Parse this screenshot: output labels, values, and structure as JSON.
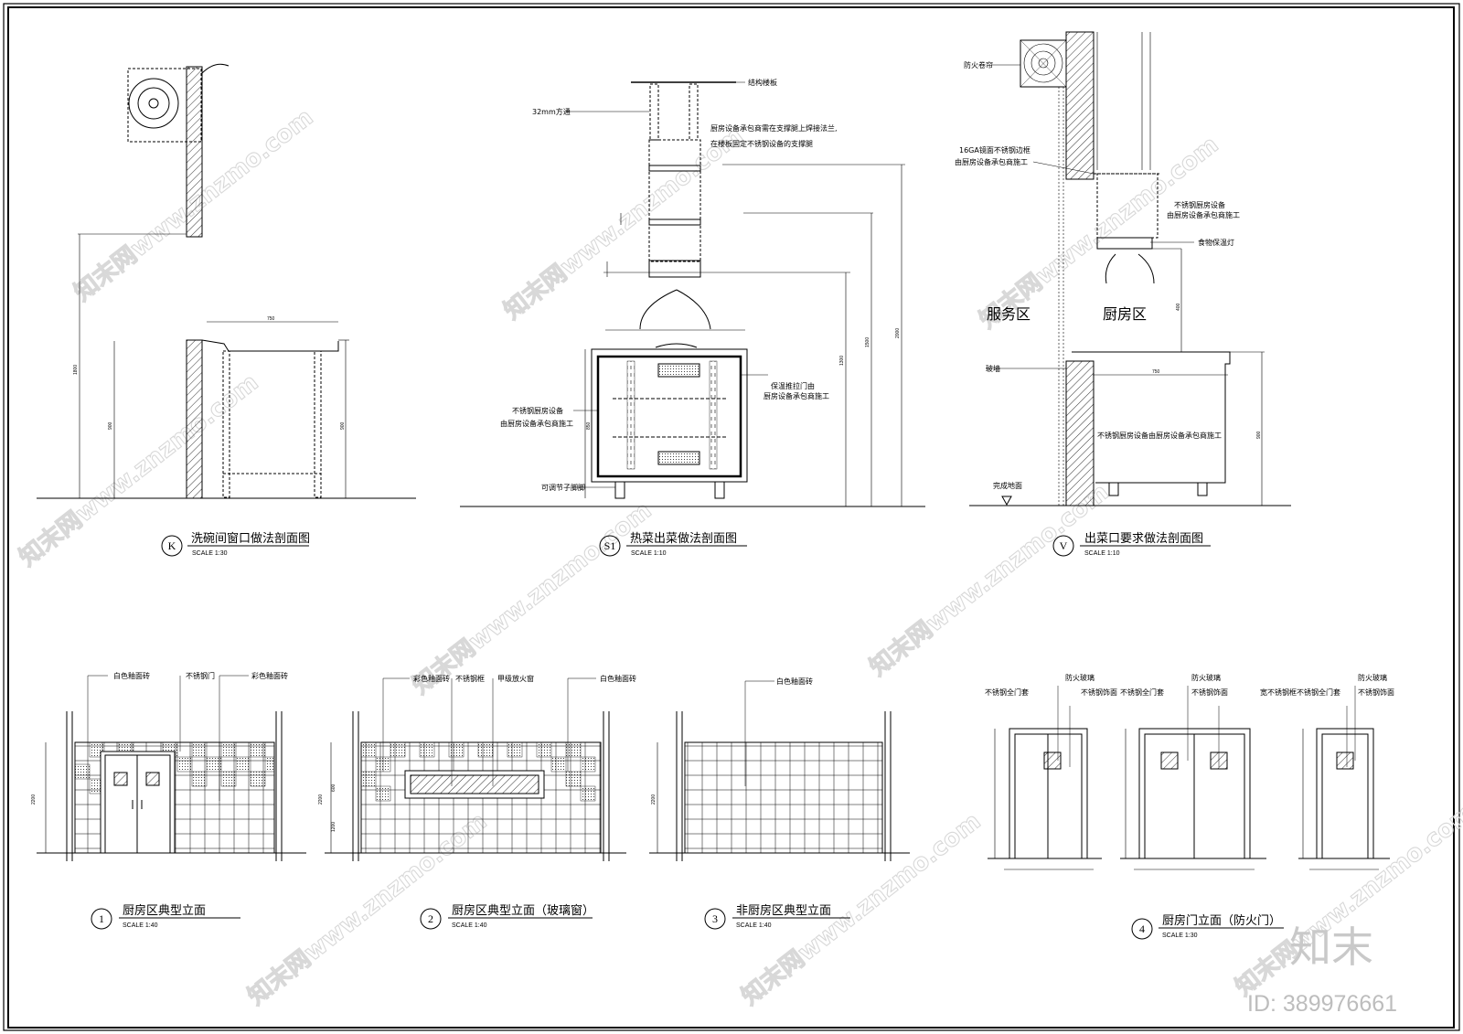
{
  "sections": {
    "K": {
      "marker": "K",
      "title": "洗碗间窗口做法剖面图",
      "scale": "SCALE    1:30"
    },
    "S1": {
      "marker": "S1",
      "title": "热菜出菜做法剖面图",
      "scale": "SCALE    1:10"
    },
    "V": {
      "marker": "V",
      "title": "出菜口要求做法剖面图",
      "scale": "SCALE    1:10"
    },
    "E1": {
      "marker": "1",
      "title": "厨房区典型立面",
      "scale": "SCALE    1:40"
    },
    "E2": {
      "marker": "2",
      "title": "厨房区典型立面（玻璃窗）",
      "scale": "SCALE    1:40"
    },
    "E3": {
      "marker": "3",
      "title": "非厨房区典型立面",
      "scale": "SCALE    1:40"
    },
    "E4": {
      "marker": "4",
      "title": "厨房门立面（防火门）",
      "scale": "SCALE    1:30"
    }
  },
  "notes": {
    "s1": {
      "slab": "结构楼板",
      "tube": "32mm方通",
      "support_1": "厨房设备承包商需在支撑腿上焊接法兰,",
      "support_2": "在楼板固定不锈钢设备的支撑腿",
      "door_1": "保温推拉门由",
      "door_2": "厨房设备承包商施工",
      "equip_1": "不锈钢厨房设备",
      "equip_2": "由厨房设备承包商施工",
      "foot": "可调节子脚脚"
    },
    "v": {
      "shutter": "防火卷帘",
      "frame_1": "16GA镜面不锈钢边框",
      "frame_2": "由厨房设备承包商施工",
      "equip_1": "不锈钢厨房设备",
      "equip_2": "由厨房设备承包商施工",
      "lamp": "食物保温灯",
      "service": "服务区",
      "kitchen": "厨房区",
      "wall": "玻墙",
      "counter": "不锈钢厨房设备由厨房设备承包商施工",
      "floor": "完成地面"
    },
    "e1": {
      "white_tile": "白色釉面砖",
      "steel_door": "不锈钢门",
      "color_tile": "彩色釉面砖"
    },
    "e2": {
      "color_tile": "彩色釉面砖",
      "steel_frame": "不锈钢框",
      "fire_window": "甲级放火窗",
      "white_tile": "白色釉面砖"
    },
    "e3": {
      "white_tile": "白色釉面砖"
    },
    "e4": {
      "glass": "防火玻璃",
      "jamb_a": "不锈钢全门套",
      "jamb_b": "不锈钢饰面",
      "jamb_c": "不锈钢全门套",
      "jamb_d": "宽不锈钢框不锈钢全门套"
    }
  },
  "brand": {
    "logo": "知末",
    "id": "ID: 389976661",
    "watermark": "知末网www.znzmo.com"
  }
}
